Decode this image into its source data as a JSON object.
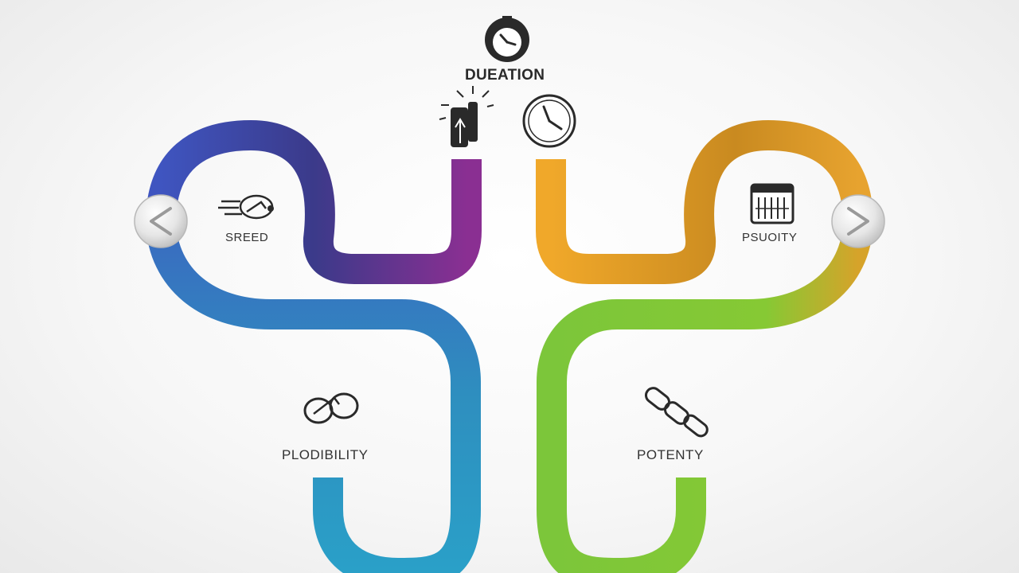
{
  "labels": {
    "duration": "DUEATION",
    "speed": "SREED",
    "priority": "PSUOITY",
    "plodibility": "PLODIBILITY",
    "potentity": "POTENTY"
  },
  "icons": {
    "top": "stopwatch-icon",
    "upper_left": "pointing-hand-icon",
    "upper_right": "clock-icon",
    "speed": "speeding-car-icon",
    "priority": "calendar-icon",
    "plodibility": "linked-rings-icon",
    "potentity": "chain-icon",
    "left_arrow": "chevron-left-icon",
    "right_arrow": "chevron-right-icon"
  },
  "colors": {
    "purple": "#6a2c8c",
    "blue": "#3a57b8",
    "teal": "#2b8fbf",
    "orange": "#e39a2a",
    "green": "#7bc33a"
  }
}
